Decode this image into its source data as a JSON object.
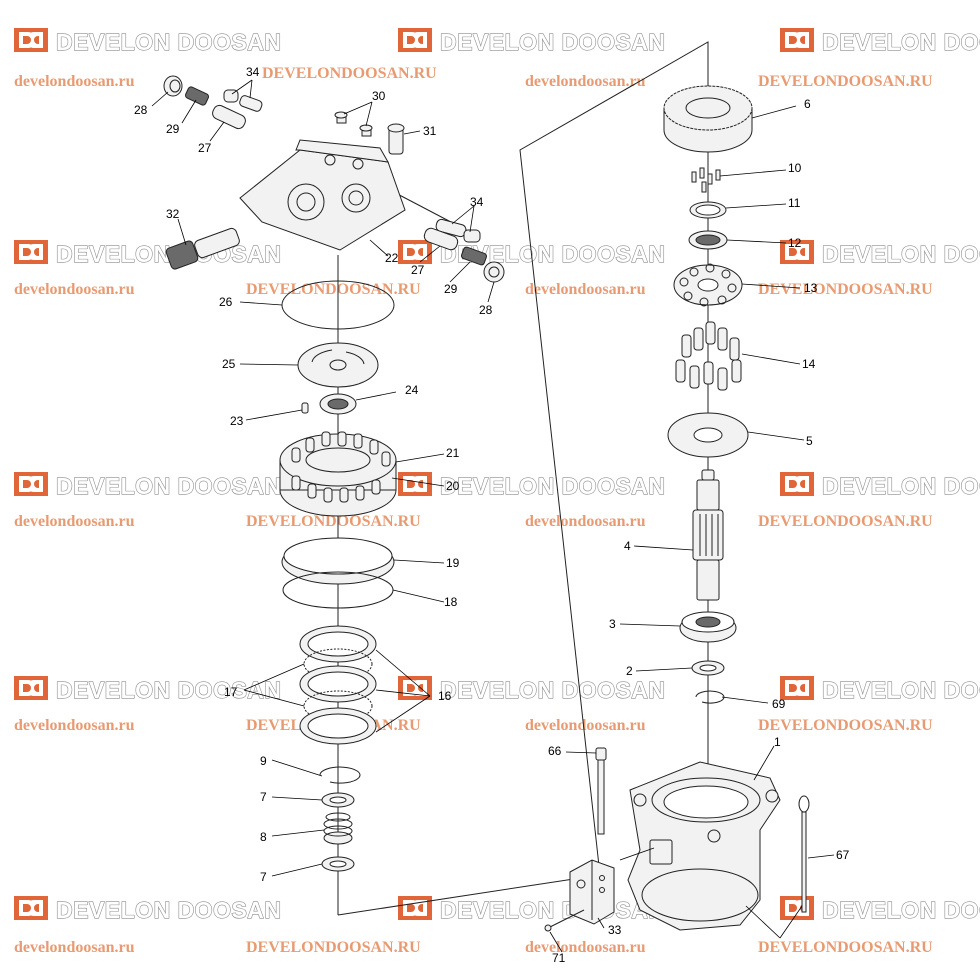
{
  "watermark": {
    "brand": "DEVELON DOOSAN",
    "url_lower": "develondoosan.ru",
    "url_upper": "DEVELONDOOSAN.RU",
    "brand_color": "#e0663a",
    "url_color": "#e58a5a"
  },
  "callouts": [
    {
      "label": "28"
    },
    {
      "label": "29"
    },
    {
      "label": "27"
    },
    {
      "label": "34"
    },
    {
      "label": "30"
    },
    {
      "label": "31"
    },
    {
      "label": "32"
    },
    {
      "label": "22"
    },
    {
      "label": "34"
    },
    {
      "label": "27"
    },
    {
      "label": "29"
    },
    {
      "label": "28"
    },
    {
      "label": "26"
    },
    {
      "label": "25"
    },
    {
      "label": "24"
    },
    {
      "label": "23"
    },
    {
      "label": "21"
    },
    {
      "label": "20"
    },
    {
      "label": "19"
    },
    {
      "label": "18"
    },
    {
      "label": "17"
    },
    {
      "label": "16"
    },
    {
      "label": "9"
    },
    {
      "label": "7"
    },
    {
      "label": "8"
    },
    {
      "label": "7"
    },
    {
      "label": "6"
    },
    {
      "label": "10"
    },
    {
      "label": "11"
    },
    {
      "label": "12"
    },
    {
      "label": "13"
    },
    {
      "label": "14"
    },
    {
      "label": "5"
    },
    {
      "label": "4"
    },
    {
      "label": "3"
    },
    {
      "label": "2"
    },
    {
      "label": "69"
    },
    {
      "label": "66"
    },
    {
      "label": "1"
    },
    {
      "label": "67"
    },
    {
      "label": "33"
    },
    {
      "label": "71"
    }
  ]
}
